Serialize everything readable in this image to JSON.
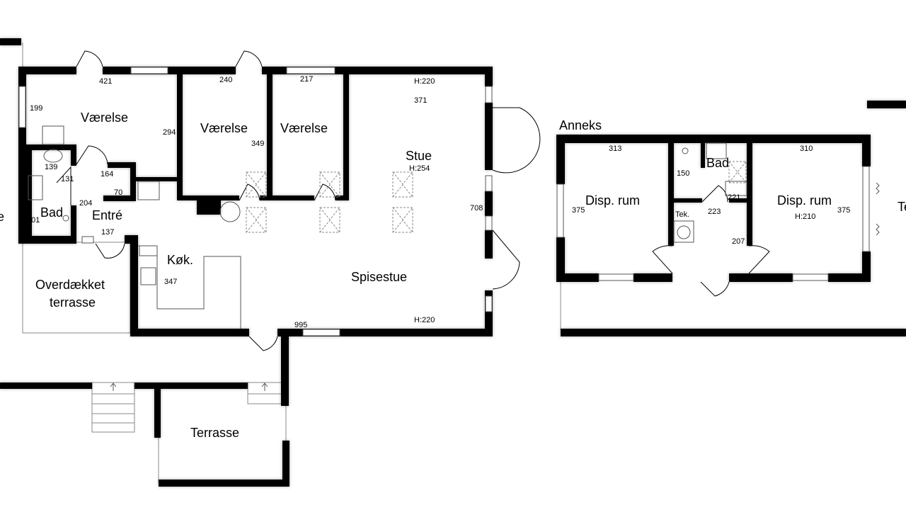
{
  "plan": {
    "rooms": {
      "vaerelse1": "Værelse",
      "vaerelse2": "Værelse",
      "vaerelse3": "Værelse",
      "stue": "Stue",
      "bad": "Bad",
      "entre": "Entré",
      "kok": "Køk.",
      "spisestue": "Spisestue",
      "overdaekket_line1": "Overdækket",
      "overdaekket_line2": "terrasse",
      "terrasse": "Terrasse",
      "anneks": "Anneks",
      "disp1": "Disp. rum",
      "disp2": "Disp. rum",
      "bad2": "Bad",
      "tek": "Tek.",
      "edge_left": "e",
      "edge_right": "Te"
    },
    "dims": {
      "d421": "421",
      "d240": "240",
      "d217": "217",
      "h220a": "H:220",
      "d371": "371",
      "d199": "199",
      "d294": "294",
      "d349": "349",
      "d139": "139",
      "d164": "164",
      "d131": "131",
      "d70": "70",
      "d204": "204",
      "d101": "101",
      "d137": "137",
      "h254": "H:254",
      "d708": "708",
      "d347": "347",
      "d995": "995",
      "h220b": "H:220",
      "d313": "313",
      "d310": "310",
      "d150": "150",
      "d221": "221",
      "d223": "223",
      "d375a": "375",
      "d375b": "375",
      "h210": "H:210",
      "d207": "207"
    }
  }
}
